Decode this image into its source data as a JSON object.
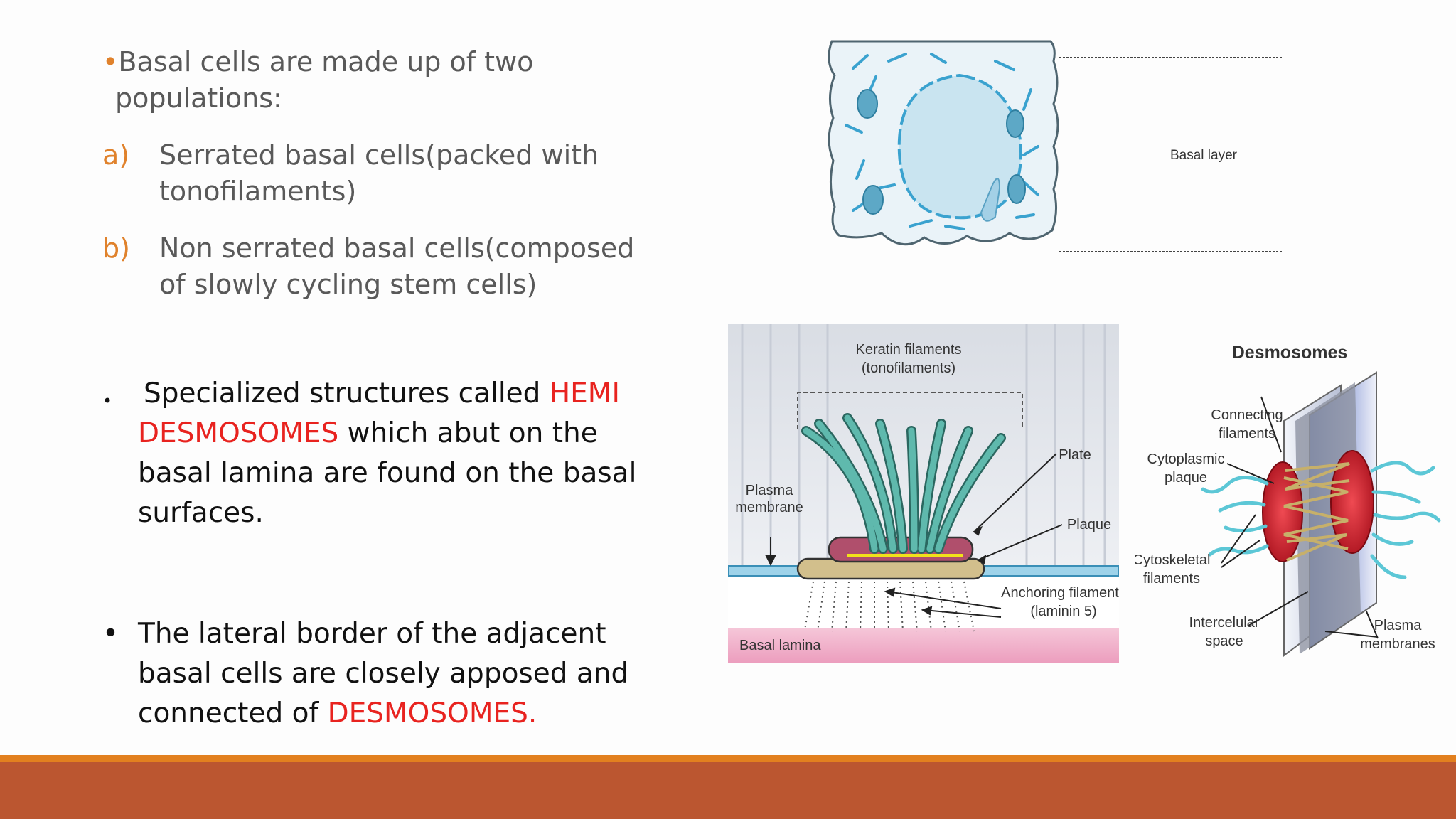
{
  "text": {
    "intro_bullet": "•",
    "intro_line1": "Basal cells are made up of two",
    "intro_line2": "populations:",
    "item_a_marker": "a)",
    "item_a_text": "Serrated basal cells(packed with tonofilaments)",
    "item_b_marker": "b)",
    "item_b_text": "Non serrated basal cells(composed of slowly cycling stem cells)",
    "bullet2_symbol": "•",
    "bullet2_part1": "Specialized structures called ",
    "bullet2_red": "HEMI DESMOSOMES",
    "bullet2_part2": " which abut on the basal lamina are found on the basal surfaces.",
    "bullet3_symbol": "•",
    "bullet3_part1": "The lateral border of the adjacent basal cells are closely apposed and connected of ",
    "bullet3_red": "DESMOSOMES."
  },
  "figure_cell": {
    "label": "Basal layer"
  },
  "figure_hemi": {
    "keratin_line1": "Keratin filaments",
    "keratin_line2": "(tonofilaments)",
    "plate": "Plate",
    "plasma_line1": "Plasma",
    "plasma_line2": "membrane",
    "plaque": "Plaque",
    "anchoring_line1": "Anchoring filaments",
    "anchoring_line2": "(laminin 5)",
    "basal_lamina": "Basal lamina"
  },
  "figure_desmo": {
    "title": "Desmosomes",
    "connecting_line1": "Connecting",
    "connecting_line2": "filaments",
    "cytoplasmic_line1": "Cytoplasmic",
    "cytoplasmic_line2": "plaque",
    "cytoskeletal_line1": "Cytoskeletal",
    "cytoskeletal_line2": "filaments",
    "intercelular_line1": "Intercelular",
    "intercelular_line2": "space",
    "plasma_line1": "Plasma",
    "plasma_line2": "membranes"
  },
  "colors": {
    "accent_orange": "#e2801f",
    "footer_rust": "#bb5630",
    "highlight_red": "#e8231f",
    "filament_teal": "#5fb9ad"
  }
}
